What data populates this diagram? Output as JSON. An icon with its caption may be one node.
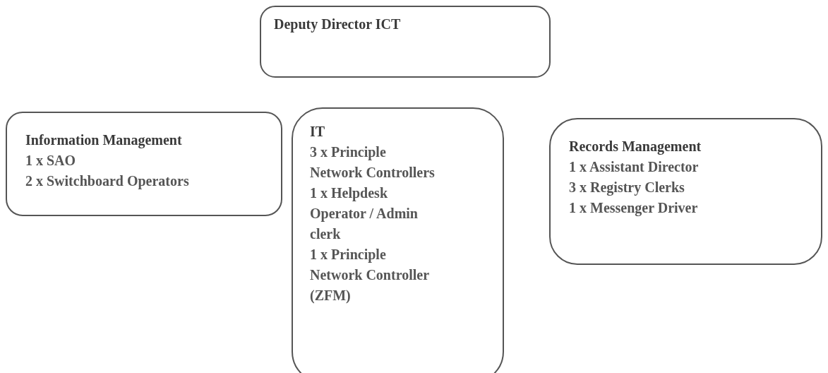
{
  "diagram": {
    "nodes": [
      {
        "text": [
          "Deputy Director ICT"
        ]
      },
      {
        "text": [
          "Information Management",
          "1 x SAO",
          "2 x Switchboard Operators"
        ]
      },
      {
        "text": [
          "IT",
          "3 x Principle Network Controllers",
          "1 x Helpdesk Operator / Admin clerk",
          "1 x Principle Network Controller (ZFM)"
        ]
      },
      {
        "text": [
          "Records Management",
          "1 x Assistant Director",
          "3 x Registry Clerks",
          "1 x Messenger Driver"
        ]
      }
    ],
    "edges": []
  }
}
